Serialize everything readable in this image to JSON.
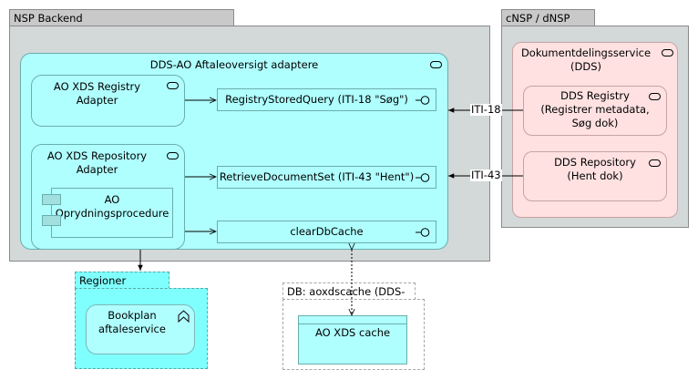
{
  "groups": {
    "nsp_backend": {
      "title": "NSP Backend"
    },
    "cnsp": {
      "title": "cNSP / dNSP"
    },
    "regioner": {
      "title": "Regioner"
    },
    "db": {
      "title": "DB: aoxdscache (DDS-AO)"
    }
  },
  "nodes": {
    "dds_ao": {
      "title": "DDS-AO Aftaleoversigt adaptere",
      "icon": "service-icon"
    },
    "registry_adapter": {
      "line1": "AO XDS Registry",
      "line2": "Adapter",
      "icon": "service-icon"
    },
    "repository_adapter": {
      "line1": "AO XDS Repository",
      "line2": "Adapter",
      "icon": "service-icon"
    },
    "cleanup": {
      "line1": "AO",
      "line2": "Oprydningsprocedure",
      "icon": "component-icon"
    },
    "dds": {
      "line1": "Dokumentdelingsservice",
      "line2": "(DDS)",
      "icon": "service-icon"
    },
    "dds_registry": {
      "line1": "DDS Registry",
      "line2": "(Registrer metadata,",
      "line3": "Søg dok)",
      "icon": "service-icon"
    },
    "dds_repository": {
      "line1": "DDS Repository",
      "line2": "(Hent dok)",
      "icon": "service-icon"
    },
    "bookplan": {
      "line1": "Bookplan",
      "line2": "aftaleservice",
      "icon": "application-function-icon"
    },
    "cache": {
      "title": "AO XDS cache"
    }
  },
  "interfaces": [
    {
      "label": "RegistryStoredQuery (ITI-18 \"Søg\")"
    },
    {
      "label": "RetrieveDocumentSet (ITI-43 \"Hent\")"
    },
    {
      "label": "clearDbCache"
    }
  ],
  "connections": [
    {
      "label": "ITI-18"
    },
    {
      "label": "ITI-43"
    }
  ],
  "colors": {
    "cyan_fill": "#b0ffff",
    "bright_cyan_fill": "#80ffff",
    "pink_fill": "#ffe1e1",
    "group_fill": "#d3d8d8",
    "tab_fill": "#c9c9c9"
  }
}
